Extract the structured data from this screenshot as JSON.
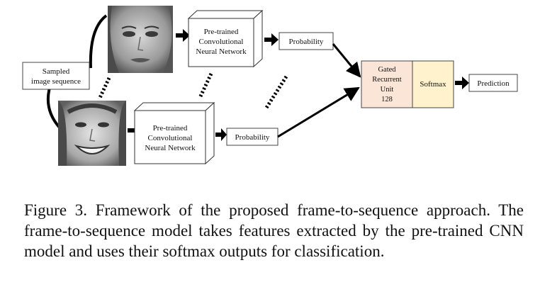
{
  "diagram": {
    "sampled_box": {
      "lines": [
        "Sampled",
        "image sequence"
      ]
    },
    "cnn_top": {
      "lines": [
        "Pre-trained",
        "Convolutional",
        "Neural Network"
      ]
    },
    "cnn_bottom": {
      "lines": [
        "Pre-trained",
        "Convolutional",
        "Neural Network"
      ]
    },
    "prob_top": {
      "label": "Probability"
    },
    "prob_bottom": {
      "label": "Probability"
    },
    "gru": {
      "lines": [
        "Gated",
        "Recurrent",
        "Unit",
        "128"
      ]
    },
    "softmax": {
      "label": "Softmax"
    },
    "prediction": {
      "label": "Prediction"
    },
    "colors": {
      "gru_fill": "#fbe5d6",
      "softmax_fill": "#fff2cc",
      "line": "#000000"
    },
    "images": {
      "top": "neutral-face-icon",
      "bottom": "smiling-face-icon"
    }
  },
  "caption": "Figure 3. Framework of the proposed frame-to-sequence approach. The frame-to-sequence model takes features extracted by the pre-trained CNN model and uses their softmax outputs for classification."
}
